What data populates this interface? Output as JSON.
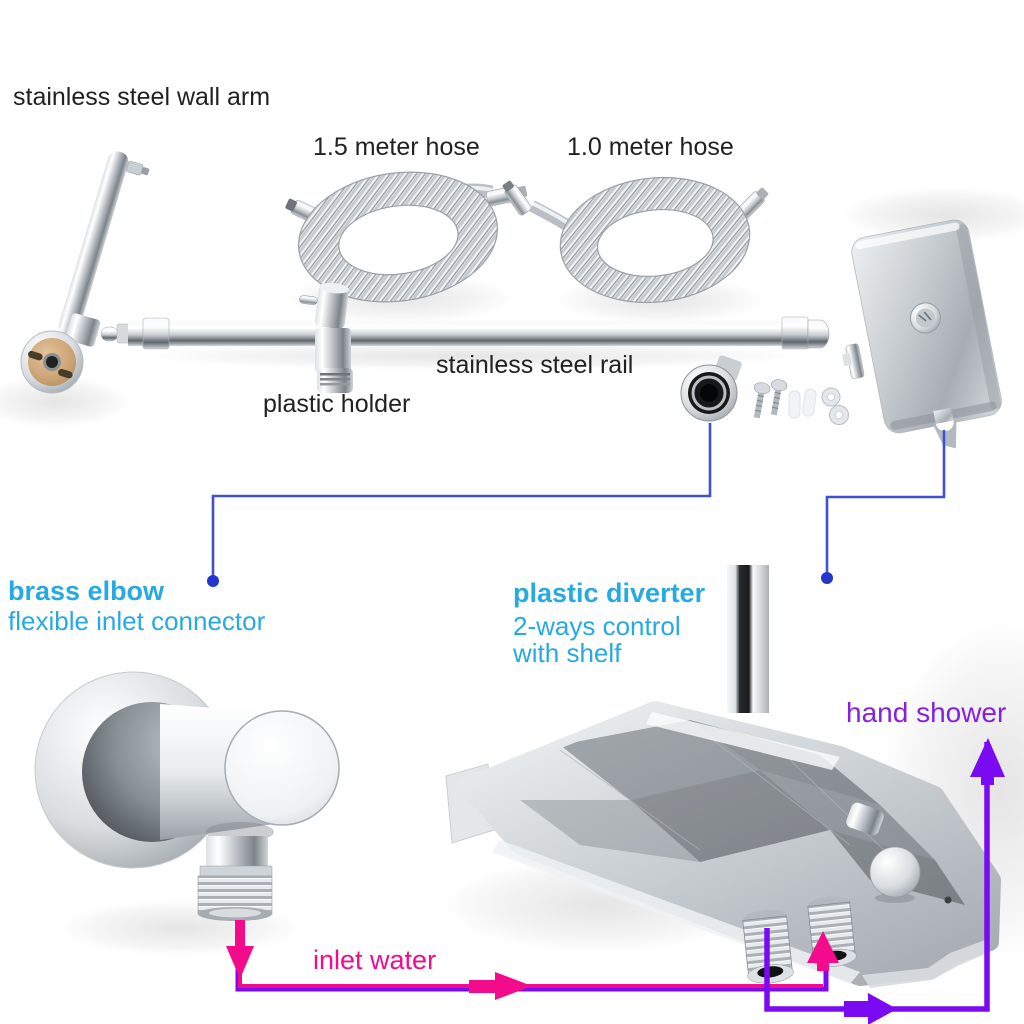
{
  "page": {
    "background": "#ffffff"
  },
  "parts": {
    "wall_arm": "stainless steel wall arm",
    "hose_long": "1.5 meter hose",
    "hose_short": "1.0 meter hose",
    "rail": "stainless steel rail",
    "holder": "plastic holder"
  },
  "features": {
    "brass_elbow": {
      "title": "brass elbow",
      "subtitle": "flexible inlet connector"
    },
    "diverter": {
      "title": "plastic diverter",
      "line1": "2-ways control",
      "line2": "with shelf"
    }
  },
  "flows": {
    "hand_shower": "hand shower",
    "inlet_water": "inlet water"
  },
  "annotations": {
    "inlet_path_arrows": [
      "arrow-down-icon",
      "arrow-right-icon",
      "arrow-up-icon"
    ],
    "hand_shower_path_arrows": [
      "arrow-right-icon",
      "arrow-up-icon"
    ],
    "connector_endpoint": "dot-icon"
  },
  "colors": {
    "part_label": "#212121",
    "feature_label": "#27a9e2",
    "inlet_flow": "#f20c8c",
    "hand_shower_flow": "#7a0af2",
    "hand_shower_label": "#8520e0",
    "connector_line": "#4050d4",
    "connector_dot": "#2434cc",
    "chrome_light": "#f4f6f8",
    "chrome_dark": "#7e8489",
    "brass_face": "#c9a173"
  }
}
